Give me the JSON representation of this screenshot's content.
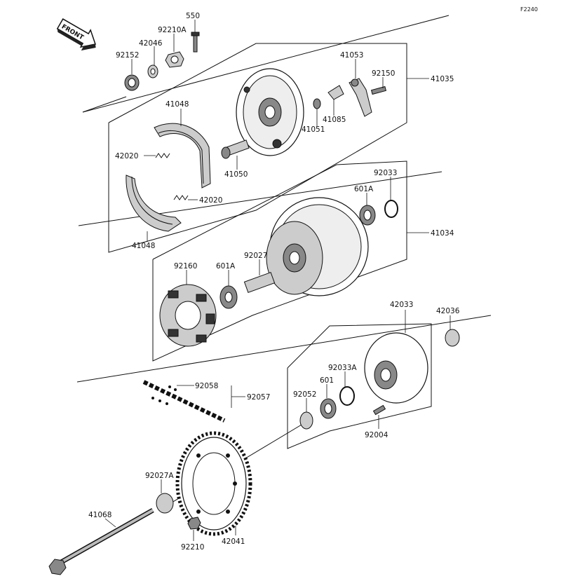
{
  "figure_code": "F2240",
  "front_indicator": "FRONT",
  "labels": {
    "p550": "550",
    "p92210A": "92210A",
    "p42046": "42046",
    "p92152": "92152",
    "p41053": "41053",
    "p92150": "92150",
    "p41035": "41035",
    "p41048_top": "41048",
    "p42020_top": "42020",
    "p41051": "41051",
    "p41085": "41085",
    "p41050": "41050",
    "p42020_bottom": "42020",
    "p41048_bottom": "41048",
    "p92033": "92033",
    "p601A_top": "601A",
    "p41034": "41034",
    "p92160": "92160",
    "p601A_mid": "601A",
    "p92027": "92027",
    "p42033": "42033",
    "p42036": "42036",
    "p92033A": "92033A",
    "p92058": "92058",
    "p92057": "92057",
    "p601": "601",
    "p92052": "92052",
    "p92004": "92004",
    "p92027A": "92027A",
    "p41068": "41068",
    "p92210": "92210",
    "p42041": "42041"
  }
}
